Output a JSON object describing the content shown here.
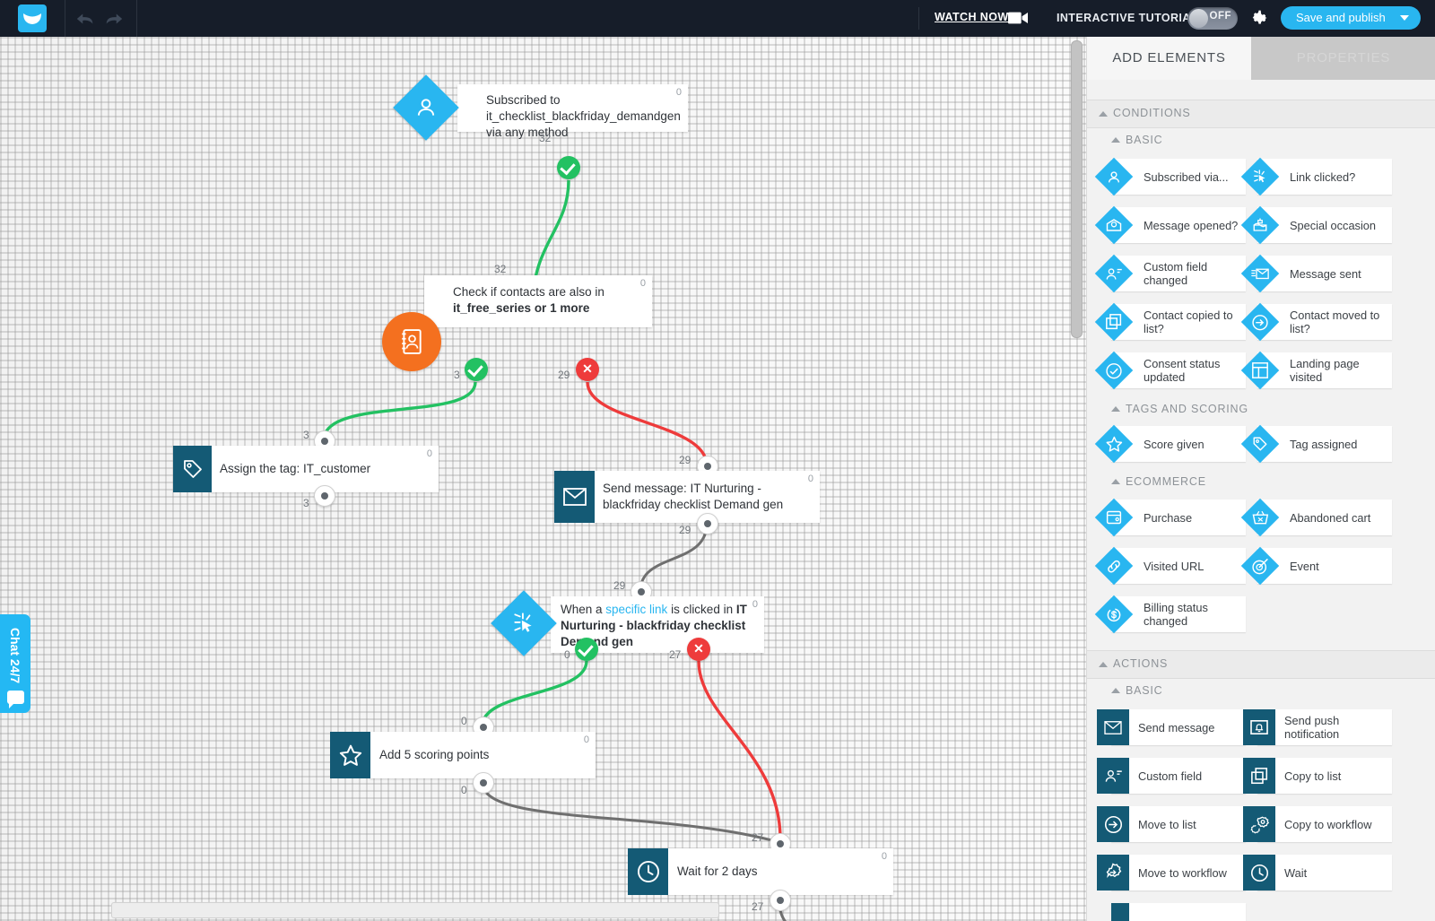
{
  "topbar": {
    "logo_icon": "getresponse-logo-icon",
    "undo_icon": "undo-arrow-icon",
    "redo_icon": "redo-arrow-icon",
    "watch_now": "WATCH NOW",
    "camera_icon": "video-camera-icon",
    "tutorial_label": "INTERACTIVE TUTORIAL",
    "toggle_state": "OFF",
    "gear_icon": "gear-icon",
    "publish_label": "Save and publish",
    "publish_caret": "caret-down-icon",
    "accent_blue": "#29b6f0",
    "bar_bg": "#161d29"
  },
  "chat_widget": {
    "label": "Chat 24/7",
    "icon": "speech-bubble-icon",
    "color": "#24b8f3"
  },
  "canvas": {
    "colors": {
      "yes_green": "#23c162",
      "no_red": "#ee3b3b",
      "neutral_grey": "#6f6f6f",
      "action_teal": "#145a75",
      "condition_blue": "#29b6f0",
      "orange": "#f4701f"
    },
    "nodes": [
      {
        "id": "subscribed",
        "icon": "subscribed-via-icon",
        "icon_shape": "diamond",
        "text": "Subscribed to it_checklist_blackfriday_demandgen via any method",
        "badge": "0",
        "out_yes_count": "32",
        "out_yes_badge": "check"
      },
      {
        "id": "check-contacts",
        "icon": "contact-book-icon",
        "icon_shape": "circle",
        "text_plain": "Check if contacts are also in ",
        "text_bold": "it_free_series or 1 more",
        "badge": "0",
        "in_count": "32",
        "out_yes_count": "3",
        "out_no_count": "29"
      },
      {
        "id": "assign-tag",
        "icon": "tag-icon",
        "icon_shape": "square",
        "text": "Assign the tag: IT_customer",
        "badge": "0",
        "in_count": "3",
        "out_count": "3"
      },
      {
        "id": "send-message",
        "icon": "envelope-icon",
        "icon_shape": "square",
        "text": "Send message: IT Nurturing - blackfriday checklist Demand gen",
        "badge": "0",
        "in_count": "29",
        "out_count": "29"
      },
      {
        "id": "link-clicked",
        "icon": "link-clicked-icon",
        "icon_shape": "diamond",
        "text_1": "When a ",
        "text_link": "specific link",
        "text_2": " is clicked in ",
        "text_bold": "IT Nurturing - blackfriday checklist Demand gen",
        "badge": "0",
        "in_count": "29",
        "out_yes_count": "0",
        "out_no_count": "27"
      },
      {
        "id": "add-score",
        "icon": "star-icon",
        "icon_shape": "square",
        "text": "Add 5 scoring points",
        "badge": "0",
        "in_count": "0",
        "out_count": "0"
      },
      {
        "id": "wait",
        "icon": "clock-icon",
        "icon_shape": "square",
        "text": "Wait for 2 days",
        "badge": "0",
        "in_count": "27",
        "out_count": "27"
      }
    ]
  },
  "panel": {
    "tabs": [
      {
        "label": "ADD ELEMENTS",
        "active": true
      },
      {
        "label": "PROPERTIES",
        "active": false
      }
    ],
    "sections": [
      {
        "title": "CONDITIONS",
        "groups": [
          {
            "title": "BASIC",
            "items": [
              {
                "label": "Subscribed via...",
                "icon": "subscribed-via-icon"
              },
              {
                "label": "Link clicked?",
                "icon": "link-clicked-icon"
              },
              {
                "label": "Message opened?",
                "icon": "message-opened-icon"
              },
              {
                "label": "Special occasion",
                "icon": "cake-icon"
              },
              {
                "label": "Custom field changed",
                "icon": "custom-field-icon"
              },
              {
                "label": "Message sent",
                "icon": "message-sent-icon"
              },
              {
                "label": "Contact copied to list?",
                "icon": "copy-icon"
              },
              {
                "label": "Contact moved to list?",
                "icon": "arrow-right-circle-icon"
              },
              {
                "label": "Consent status updated",
                "icon": "check-circle-icon"
              },
              {
                "label": "Landing page visited",
                "icon": "layout-icon"
              }
            ]
          },
          {
            "title": "TAGS AND SCORING",
            "items": [
              {
                "label": "Score given",
                "icon": "star-icon"
              },
              {
                "label": "Tag assigned",
                "icon": "tag-icon"
              }
            ]
          },
          {
            "title": "ECOMMERCE",
            "items": [
              {
                "label": "Purchase",
                "icon": "wallet-icon"
              },
              {
                "label": "Abandoned cart",
                "icon": "basket-icon"
              },
              {
                "label": "Visited URL",
                "icon": "chain-link-icon"
              },
              {
                "label": "Event",
                "icon": "target-icon"
              },
              {
                "label": "Billing status changed",
                "icon": "dollar-icon"
              }
            ]
          }
        ]
      },
      {
        "title": "ACTIONS",
        "groups": [
          {
            "title": "BASIC",
            "items": [
              {
                "label": "Send message",
                "icon": "envelope-icon"
              },
              {
                "label": "Send push notification",
                "icon": "push-bell-icon"
              },
              {
                "label": "Custom field",
                "icon": "custom-field-icon"
              },
              {
                "label": "Copy to list",
                "icon": "copy-icon"
              },
              {
                "label": "Move to list",
                "icon": "arrow-right-circle-icon"
              },
              {
                "label": "Copy to workflow",
                "icon": "copy-workflow-icon"
              },
              {
                "label": "Move to workflow",
                "icon": "move-workflow-icon"
              },
              {
                "label": "Wait",
                "icon": "clock-icon"
              }
            ]
          }
        ]
      }
    ]
  }
}
